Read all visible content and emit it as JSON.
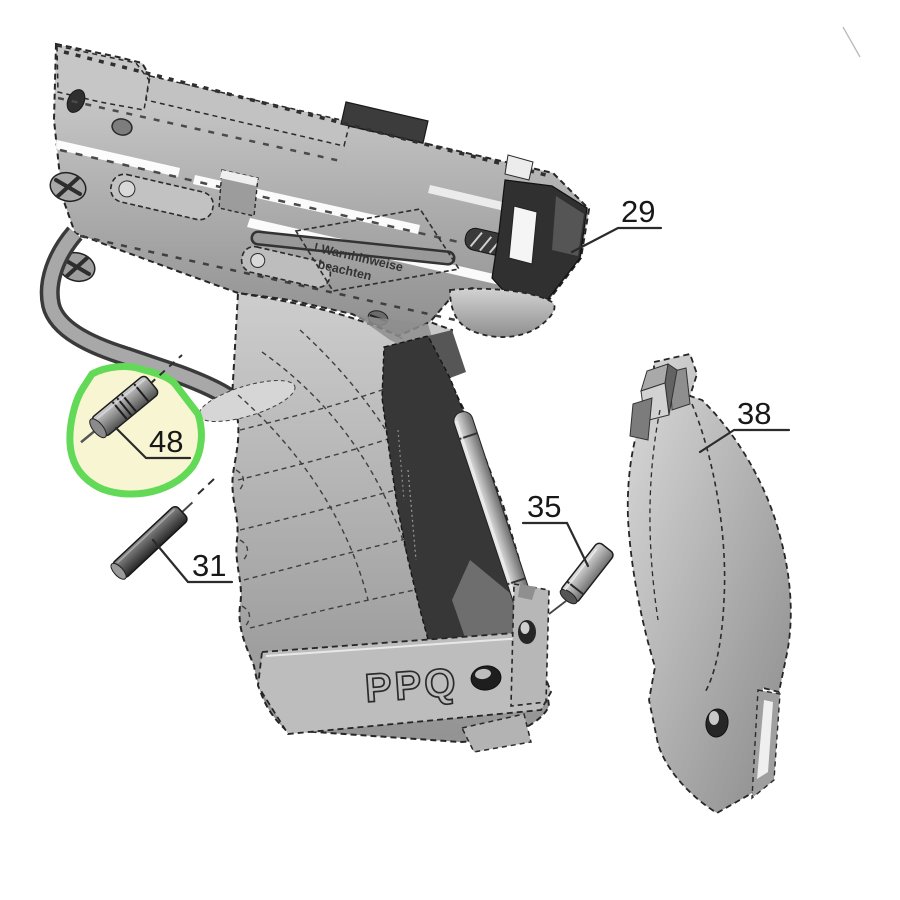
{
  "diagram": {
    "kind": "exploded-parts-diagram",
    "callouts": [
      {
        "label": "29"
      },
      {
        "label": "31"
      },
      {
        "label": "35"
      },
      {
        "label": "38"
      },
      {
        "label": "48"
      }
    ],
    "engravings": {
      "warning_line1": "! Warnhinweise",
      "warning_line2": "beachten",
      "grip_logo": "PPQ"
    },
    "highlight": {
      "highlighted_callout": "48",
      "fill": "#f8f6d2",
      "stroke": "#62d957"
    },
    "colors": {
      "background": "#ffffff",
      "surface_light": "#d2d2d2",
      "surface_mid": "#a8a8a8",
      "surface_dark": "#8f8f8f",
      "insert_dark": "#373737",
      "outline": "#262626",
      "label_text": "#181818"
    }
  }
}
